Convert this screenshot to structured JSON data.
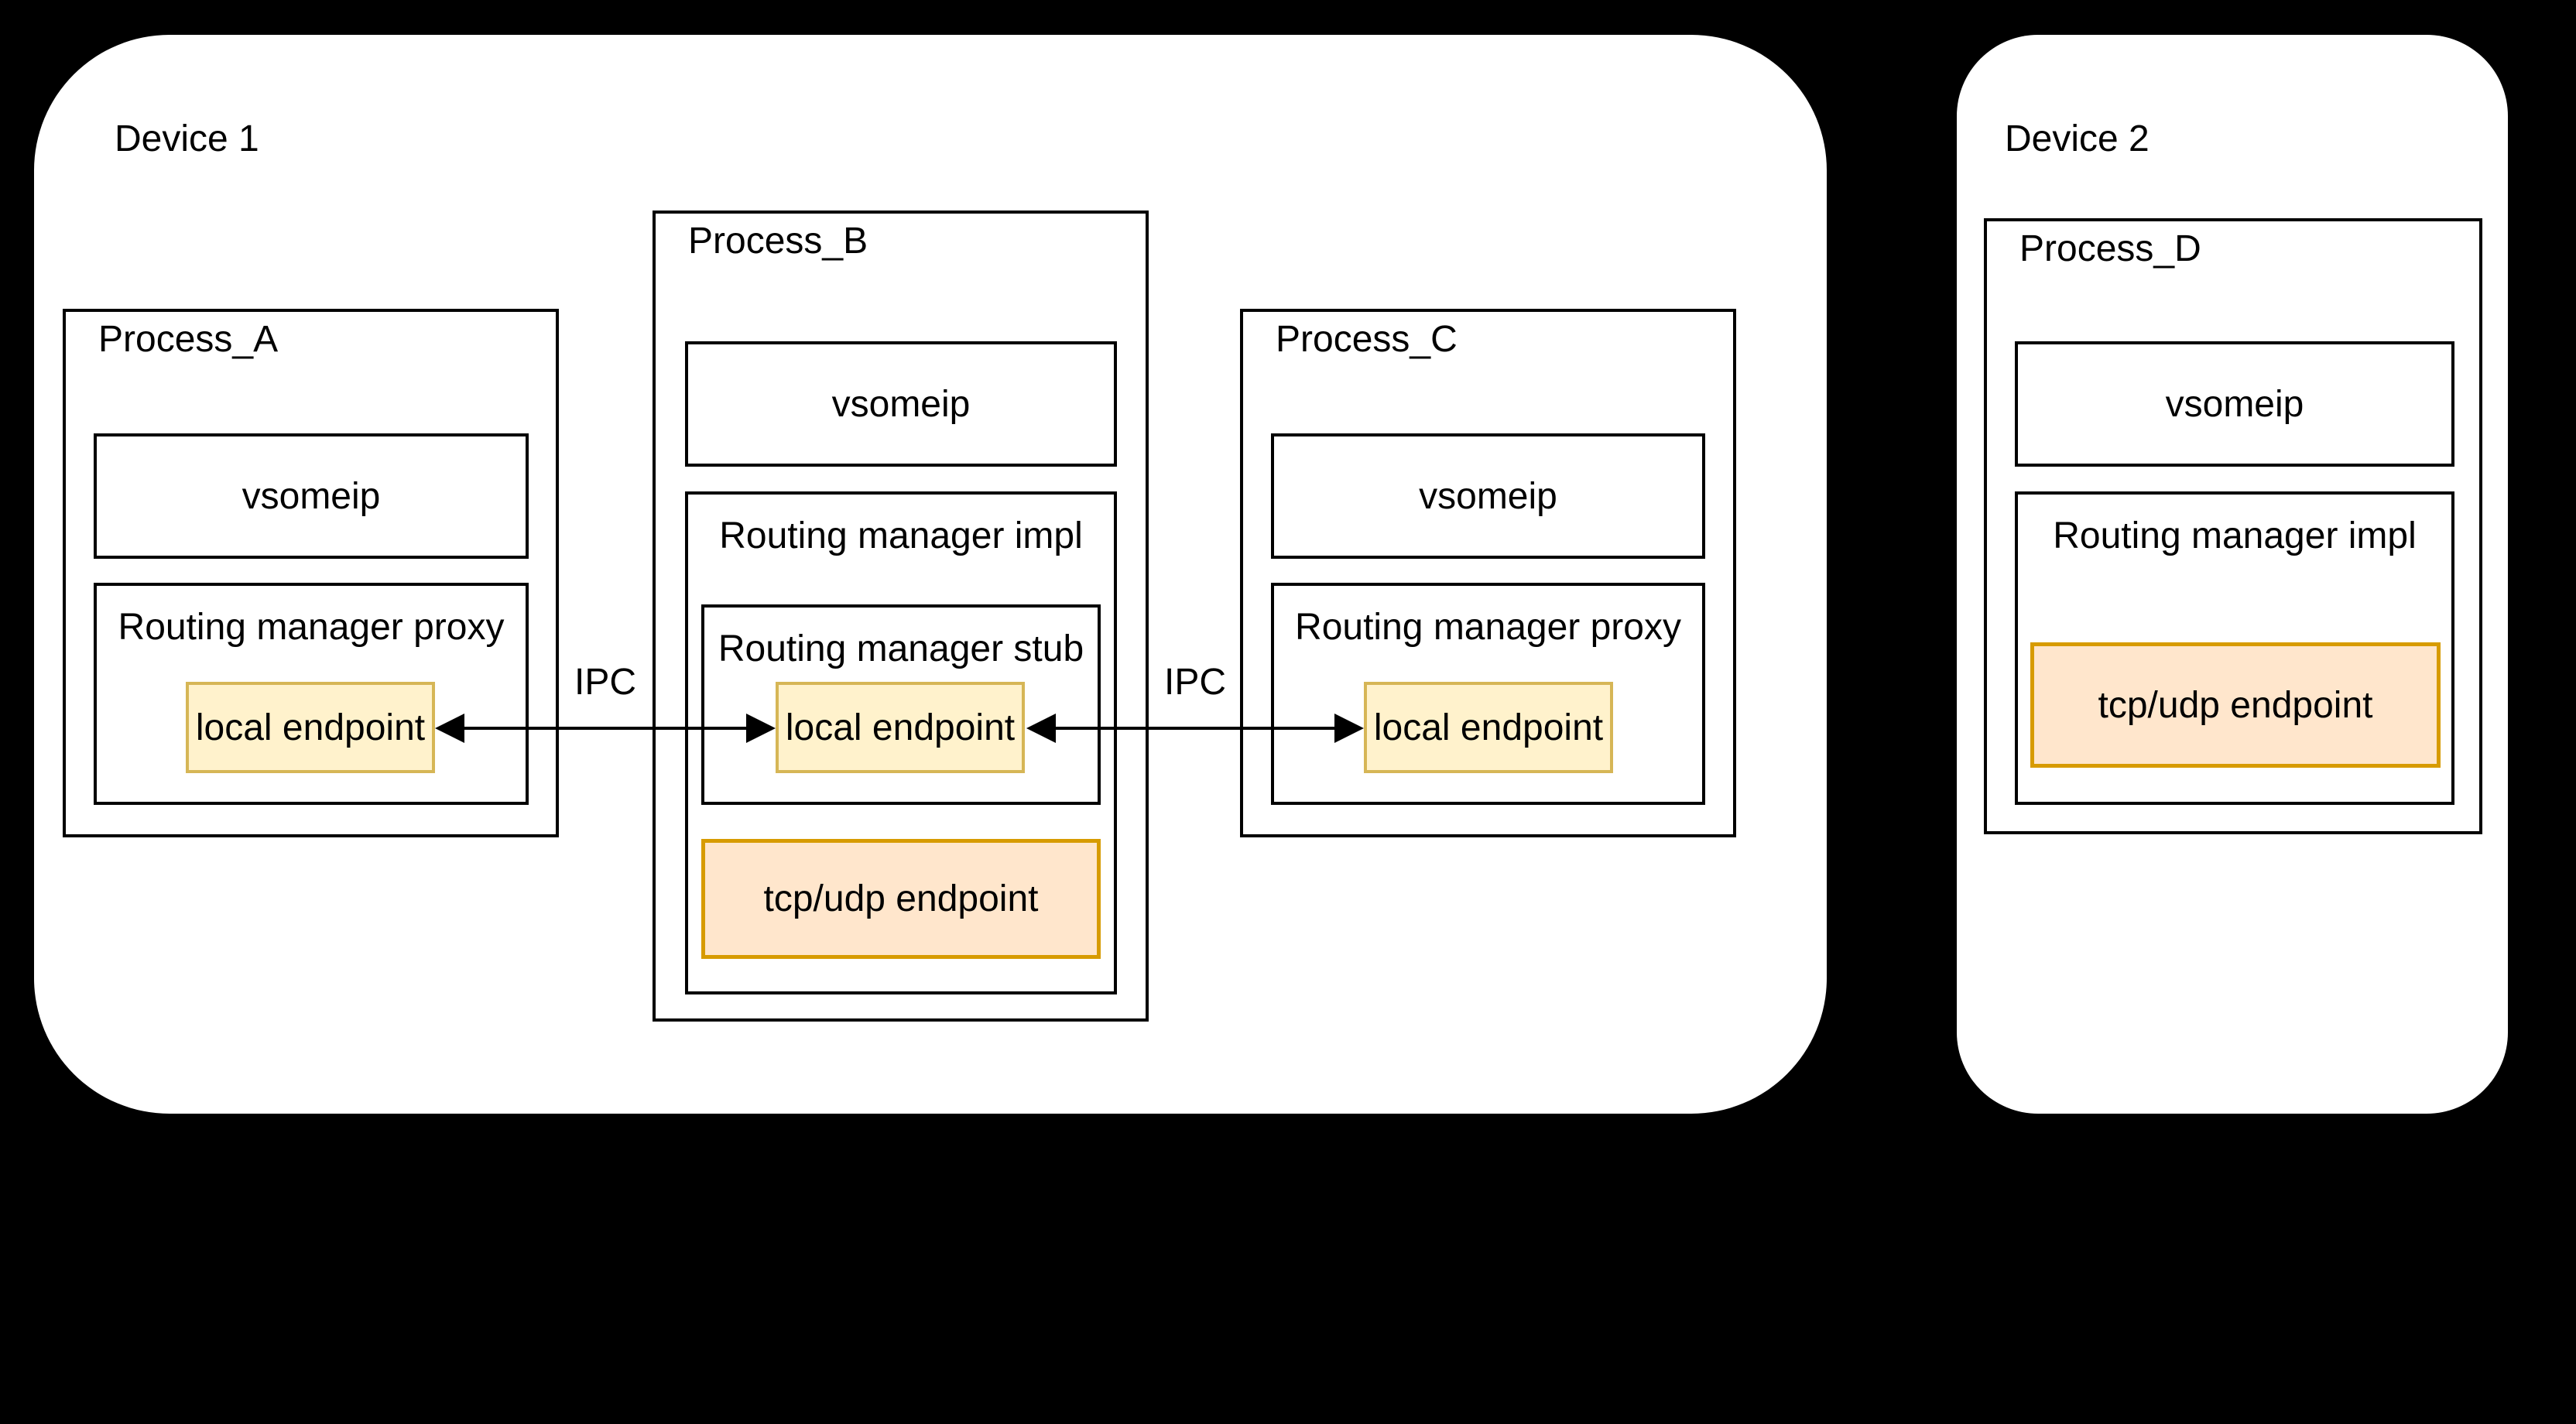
{
  "diagram": {
    "device1": {
      "title": "Device 1",
      "process_a": {
        "title": "Process_A",
        "vsomeip": "vsomeip",
        "routing_manager": "Routing manager proxy",
        "local_endpoint": "local endpoint"
      },
      "process_b": {
        "title": "Process_B",
        "vsomeip": "vsomeip",
        "routing_manager": "Routing manager impl",
        "routing_manager_stub": "Routing manager stub",
        "local_endpoint": "local endpoint",
        "tcp_udp_endpoint": "tcp/udp endpoint"
      },
      "process_c": {
        "title": "Process_C",
        "vsomeip": "vsomeip",
        "routing_manager": "Routing manager proxy",
        "local_endpoint": "local endpoint"
      }
    },
    "device2": {
      "title": "Device 2",
      "process_d": {
        "title": "Process_D",
        "vsomeip": "vsomeip",
        "routing_manager": "Routing manager impl",
        "tcp_udp_endpoint": "tcp/udp endpoint"
      }
    },
    "connections": [
      {
        "label": "IPC",
        "from": "Process_A local endpoint",
        "to": "Process_B local endpoint",
        "style": "double-arrow"
      },
      {
        "label": "IPC",
        "from": "Process_B local endpoint",
        "to": "Process_C local endpoint",
        "style": "double-arrow"
      }
    ],
    "colors": {
      "canvas_bg": "#000000",
      "device_fill": "#FFFFFF",
      "box_border": "#000000",
      "local_endpoint_fill": "#FFF2CC",
      "local_endpoint_border": "#D6B656",
      "tcp_udp_fill": "#FFE6CC",
      "tcp_udp_border": "#D79B00",
      "text": "#000000"
    }
  }
}
